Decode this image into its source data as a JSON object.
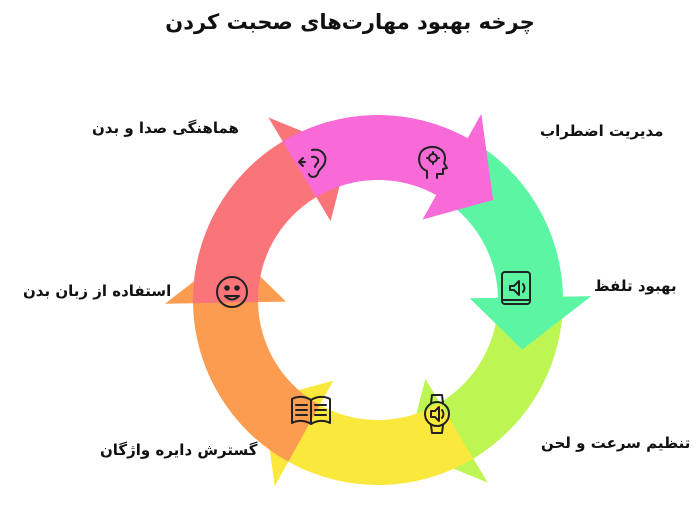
{
  "title": "چرخه بهبود مهارت‌های صحبت کردن",
  "steps": [
    {
      "label": "مدیریت اضطراب",
      "icon": "head-gear-icon",
      "color": "#5cf5a4"
    },
    {
      "label": "بهبود تلفظ",
      "icon": "speaker-book-icon",
      "color": "#bdf553"
    },
    {
      "label": "تنظیم سرعت و لحن",
      "icon": "watch-speaker-icon",
      "color": "#fbe83d"
    },
    {
      "label": "گسترش دایره واژگان",
      "icon": "open-book-icon",
      "color": "#fb9c51"
    },
    {
      "label": "استفاده از زبان بدن",
      "icon": "smiley-face-icon",
      "color": "#fa757a"
    },
    {
      "label": "هماهنگی صدا و بدن",
      "icon": "ear-sound-icon",
      "color": "#f76ad8"
    }
  ]
}
